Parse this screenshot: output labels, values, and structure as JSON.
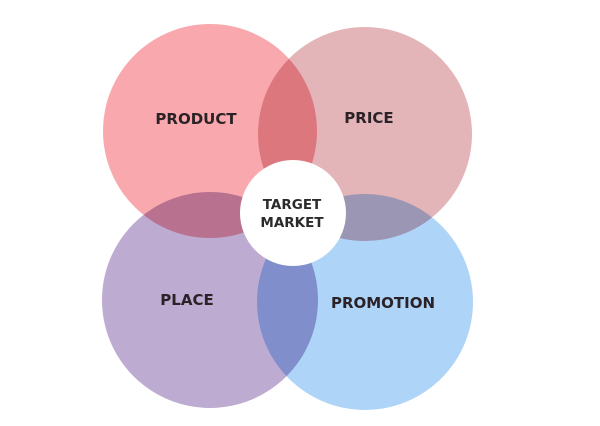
{
  "diagram": {
    "segments": [
      {
        "label": "PRODUCT",
        "color": "#f9a9ae"
      },
      {
        "label": "PRICE",
        "color": "#e3b4b8"
      },
      {
        "label": "PLACE",
        "color": "#bdabd2"
      },
      {
        "label": "PROMOTION",
        "color": "#aed4f8"
      }
    ],
    "center": {
      "line1": "TARGET",
      "line2": "MARKET",
      "color": "#ffffff"
    }
  }
}
